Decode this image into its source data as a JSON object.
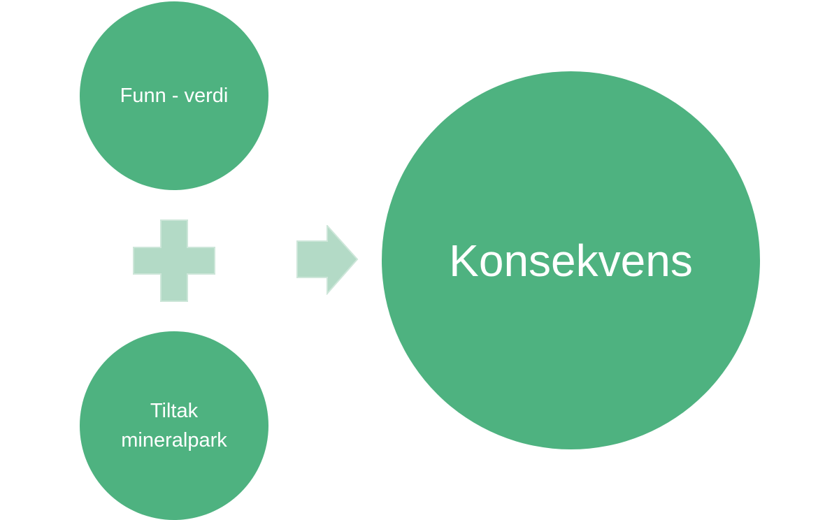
{
  "diagram": {
    "colors": {
      "circle_fill": "#4eb280",
      "operator_fill": "#b3dac6",
      "operator_stroke": "#cde6d9",
      "text": "#ffffff",
      "background": "#ffffff"
    },
    "inputs": [
      {
        "label": "Funn - verdi"
      },
      {
        "label": "Tiltak\nmineralpark"
      }
    ],
    "operator": {
      "icon": "plus-icon"
    },
    "connector": {
      "icon": "arrow-right-icon"
    },
    "result": {
      "label": "Konsekvens"
    }
  }
}
